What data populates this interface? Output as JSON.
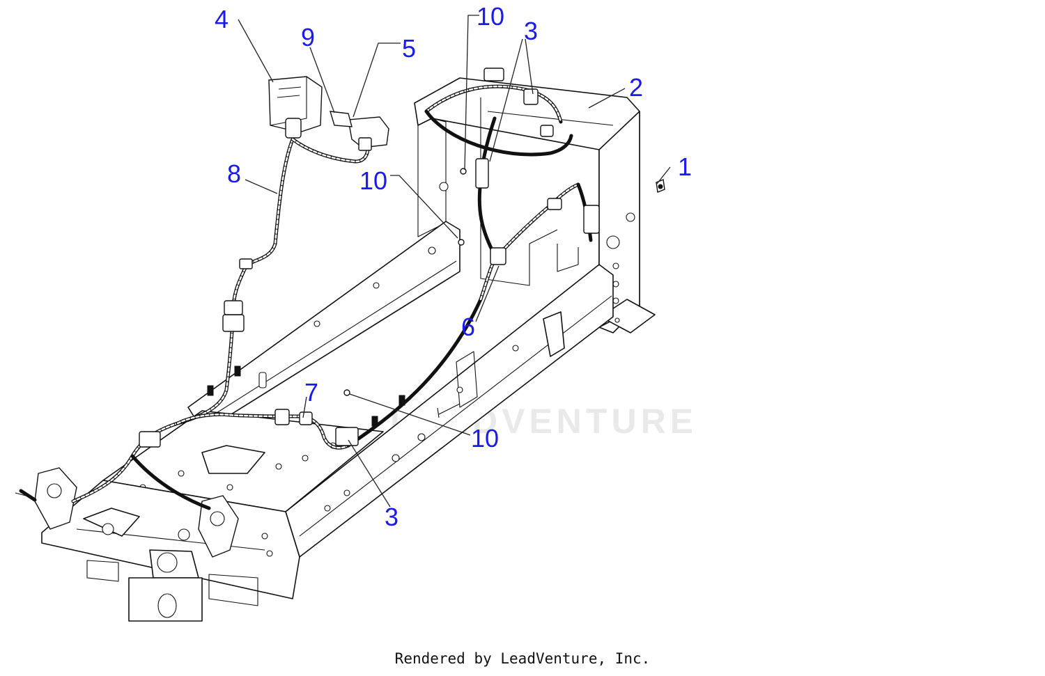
{
  "diagram": {
    "callouts": [
      {
        "id": "c1",
        "label": "1"
      },
      {
        "id": "c2",
        "label": "2"
      },
      {
        "id": "c3a",
        "label": "3"
      },
      {
        "id": "c3b",
        "label": "3"
      },
      {
        "id": "c4",
        "label": "4"
      },
      {
        "id": "c5",
        "label": "5"
      },
      {
        "id": "c6",
        "label": "6"
      },
      {
        "id": "c7",
        "label": "7"
      },
      {
        "id": "c8",
        "label": "8"
      },
      {
        "id": "c9",
        "label": "9"
      },
      {
        "id": "c10a",
        "label": "10"
      },
      {
        "id": "c10b",
        "label": "10"
      },
      {
        "id": "c10c",
        "label": "10"
      }
    ],
    "watermark": "LEADVENTURE"
  },
  "footer": {
    "credit": "Rendered by LeadVenture, Inc."
  }
}
